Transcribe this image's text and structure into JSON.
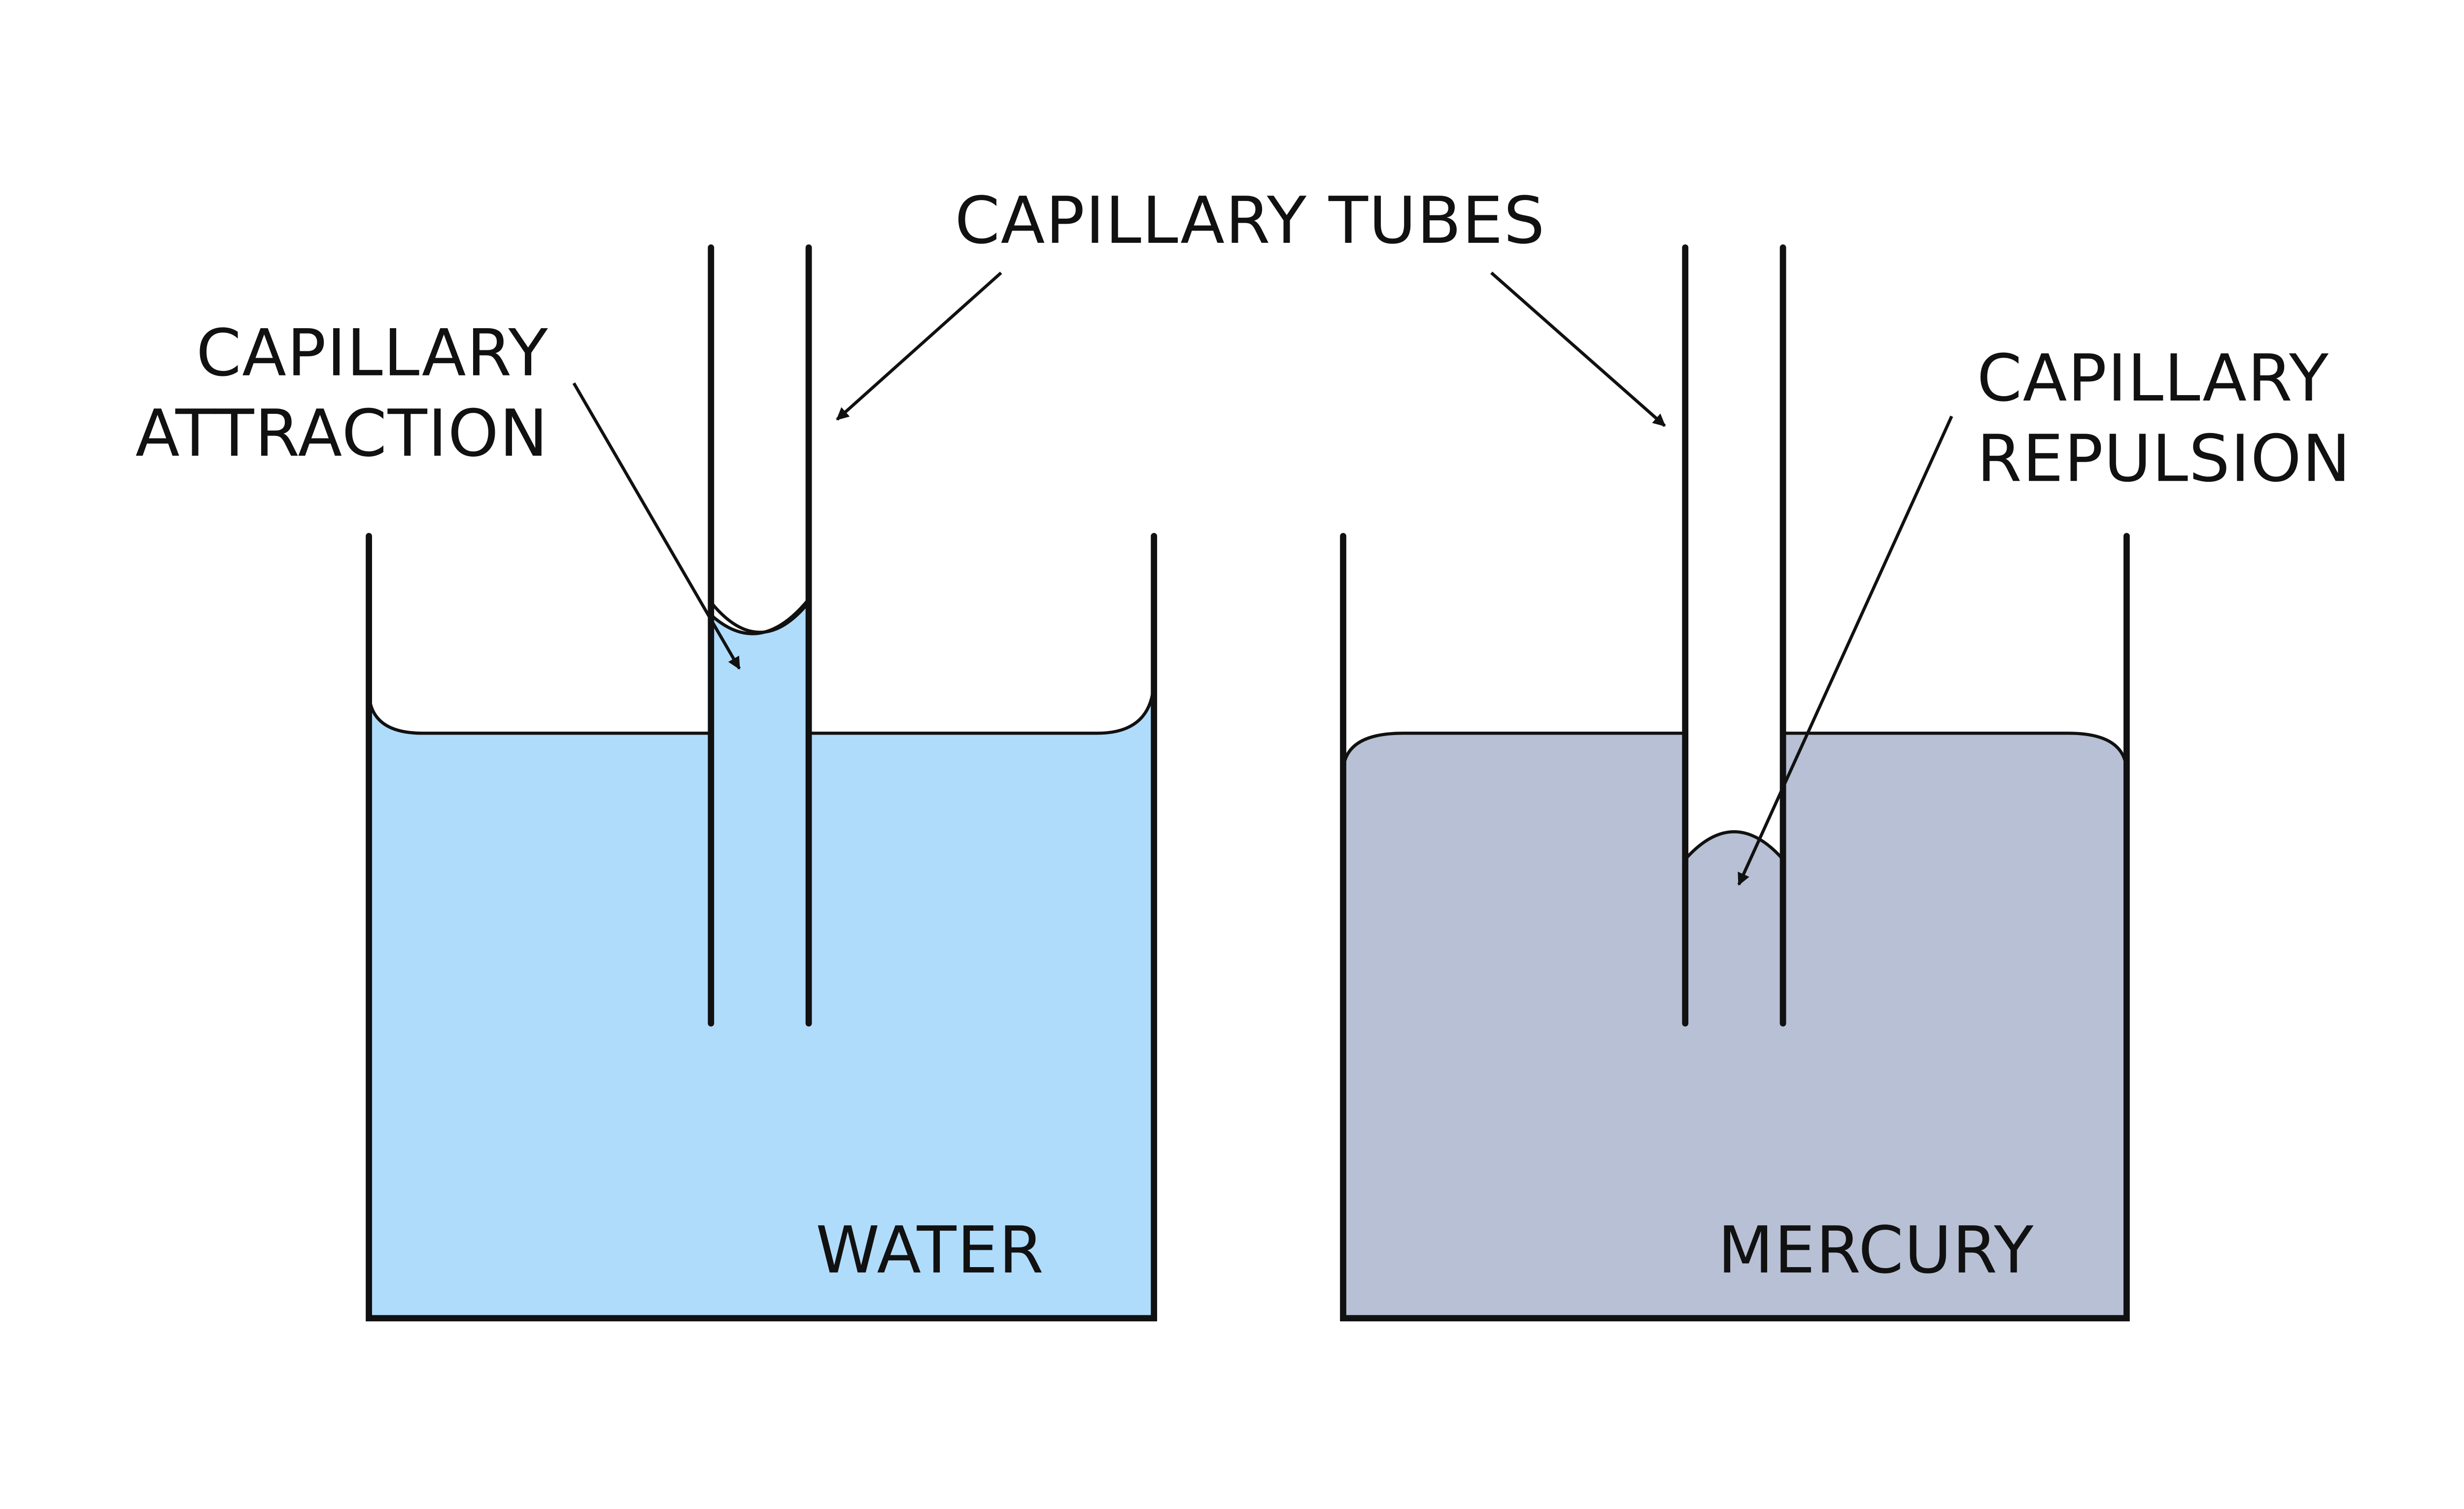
{
  "labels": {
    "capillary_tubes": "CAPILLARY TUBES",
    "attraction_line1": "CAPILLARY",
    "attraction_line2": "ATTRACTION",
    "repulsion_line1": "CAPILLARY",
    "repulsion_line2": "REPULSION",
    "water": "WATER",
    "mercury": "MERCURY"
  },
  "colors": {
    "water": "#b0dcfc",
    "mercury": "#b7c0d4",
    "line": "#111111",
    "background": "#ffffff"
  }
}
